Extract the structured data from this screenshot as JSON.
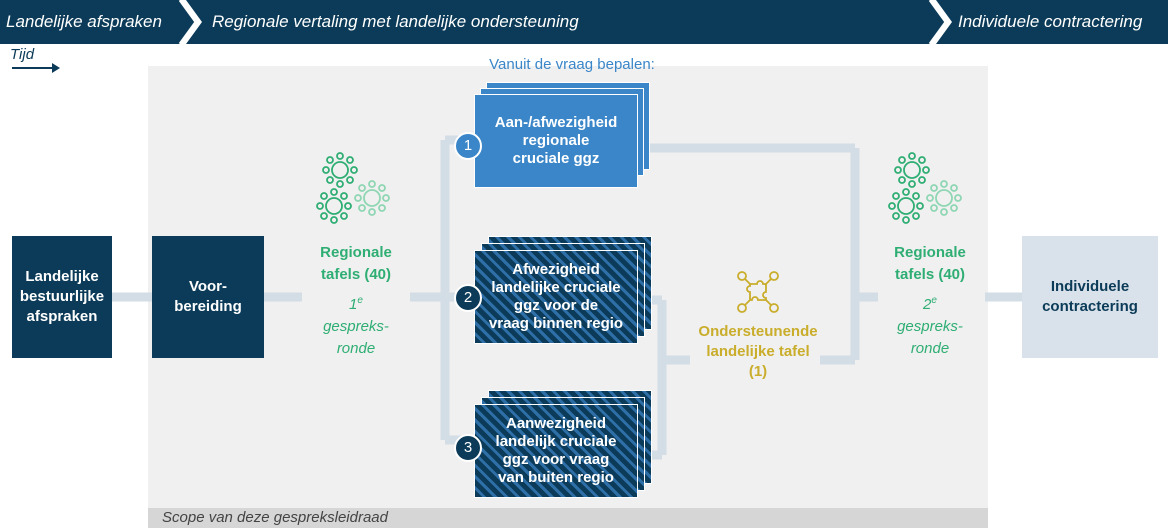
{
  "phases": {
    "landelijke": "Landelijke afspraken",
    "regionale": "Regionale vertaling met landelijke ondersteuning",
    "individuele": "Individuele contractering"
  },
  "tijd": "Tijd",
  "scope_footer": "Scope van deze gespreksleidraad",
  "left_box": {
    "line1": "Landelijke",
    "line2": "bestuurlijke",
    "line3": "afspraken"
  },
  "voorbereiding": {
    "line1": "Voor-",
    "line2": "bereiding"
  },
  "regional_left": {
    "title1": "Regionale",
    "title2": "tafels (40)",
    "round_num": "1",
    "round_sup": "e",
    "sub1": "gespreks-",
    "sub2": "ronde"
  },
  "regional_right": {
    "title1": "Regionale",
    "title2": "tafels (40)",
    "round_num": "2",
    "round_sup": "e",
    "sub1": "gespreks-",
    "sub2": "ronde"
  },
  "vanuit": "Vanuit de vraag bepalen:",
  "stack1": {
    "num": "1",
    "line1": "Aan-/afwezigheid",
    "line2": "regionale",
    "line3": "cruciale ggz"
  },
  "stack2": {
    "num": "2",
    "line1": "Afwezigheid",
    "line2": "landelijke cruciale",
    "line3": "ggz voor de",
    "line4": "vraag binnen regio"
  },
  "stack3": {
    "num": "3",
    "line1": "Aanwezigheid",
    "line2": "landelijk cruciale",
    "line3": "ggz voor vraag",
    "line4": "van buiten regio"
  },
  "ondersteunende": {
    "line1": "Ondersteunende",
    "line2": "landelijke tafel",
    "line3": "(1)"
  },
  "individuele_box": {
    "line1": "Individuele",
    "line2": "contractering"
  },
  "colors": {
    "navy": "#0b3b58",
    "blue": "#3a86c8",
    "green": "#2fae74",
    "gold": "#c9ad2b",
    "connector": "#d3dde5",
    "light_box": "#d9e2ea"
  }
}
